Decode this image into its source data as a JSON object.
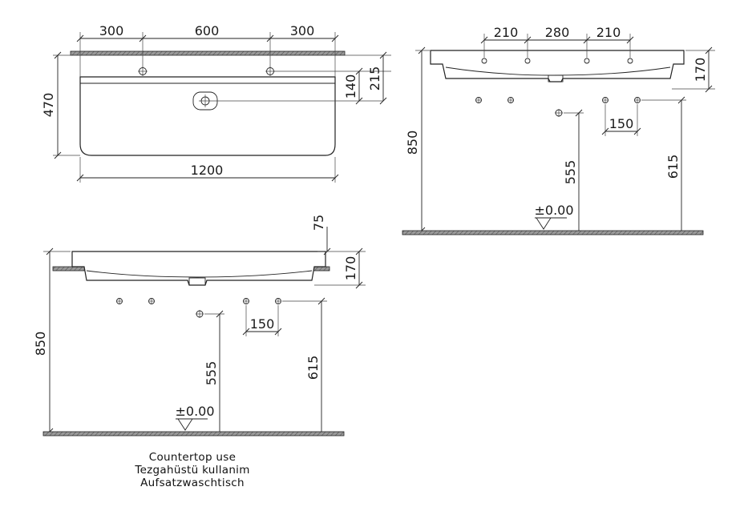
{
  "top_view": {
    "dim_left": "300",
    "dim_mid": "600",
    "dim_right": "300",
    "dim_depth": "470",
    "dim_140": "140",
    "dim_215": "215",
    "dim_width": "1200"
  },
  "side_view_right": {
    "dim_210a": "210",
    "dim_280": "280",
    "dim_210b": "210",
    "dim_170": "170",
    "dim_850": "850",
    "dim_150": "150",
    "dim_555": "555",
    "dim_615": "615",
    "level": "±0.00"
  },
  "side_view_left": {
    "dim_75": "75",
    "dim_170": "170",
    "dim_850": "850",
    "dim_150": "150",
    "dim_555": "555",
    "dim_615": "615",
    "level": "±0.00"
  },
  "caption": {
    "line1": "Countertop  use",
    "line2": "Tezgahüstü  kullanim",
    "line3": "Aufsatzwaschtisch"
  }
}
